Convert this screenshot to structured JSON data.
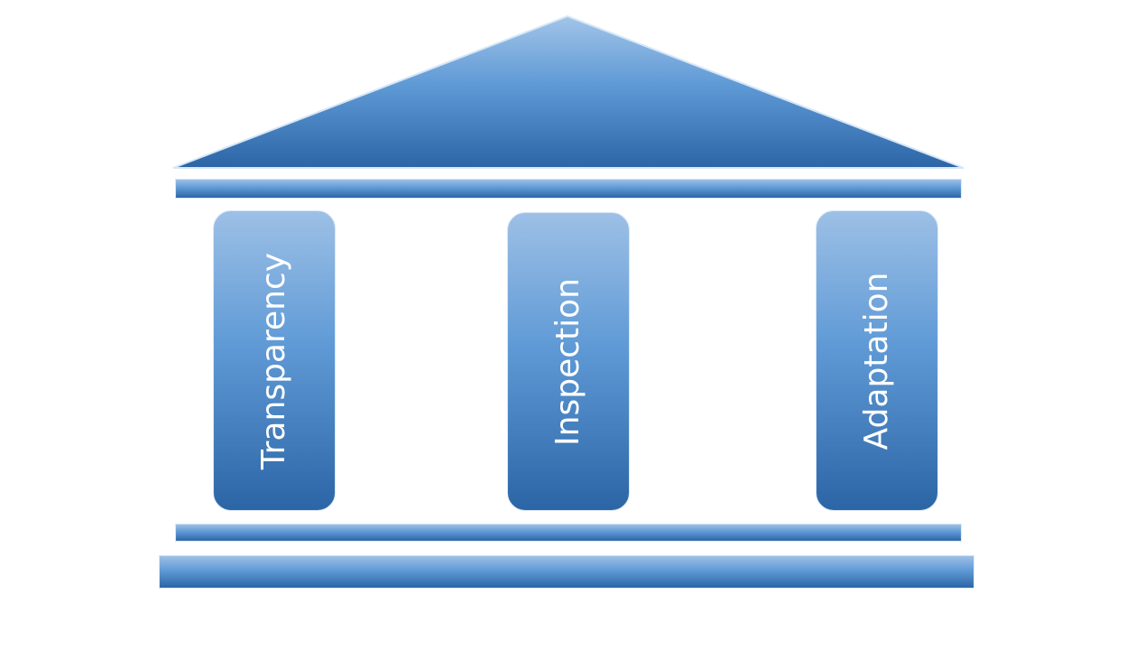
{
  "pillars": [
    {
      "label": "Transparency"
    },
    {
      "label": "Inspection"
    },
    {
      "label": "Adaptation"
    }
  ],
  "colors": {
    "gradient_top": "#9dc0e6",
    "gradient_mid": "#5f9ad6",
    "gradient_bottom": "#2c65a6",
    "outline": "#d6e6f6",
    "label_text": "#ffffff",
    "background": "#ffffff"
  }
}
